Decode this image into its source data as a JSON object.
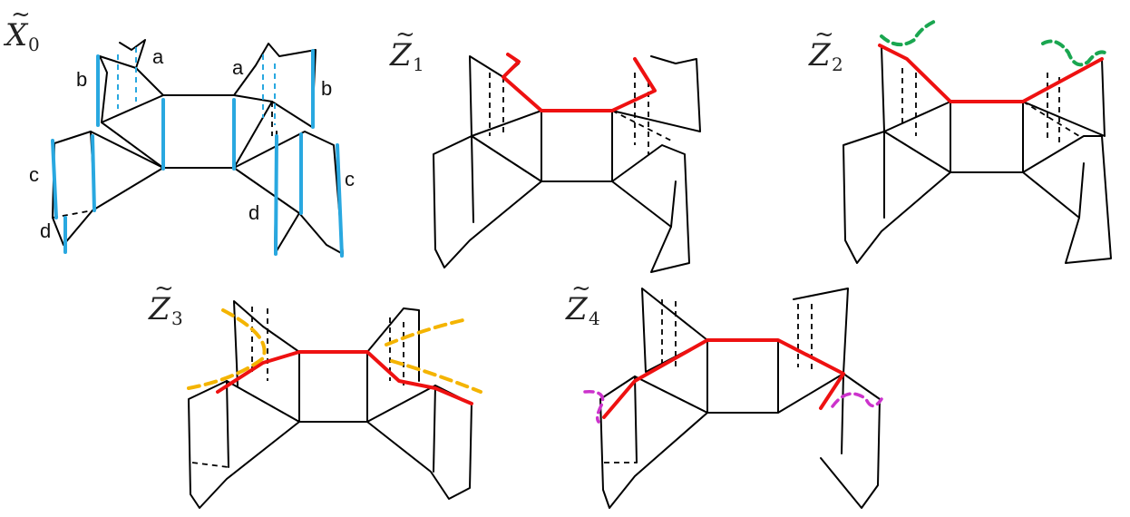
{
  "panels": [
    {
      "id": "X0",
      "title_main": "X",
      "title_sub": "0",
      "edge_labels": [
        "a",
        "b",
        "c",
        "d",
        "a",
        "b",
        "c",
        "d"
      ],
      "highlight": "gluing",
      "extra_curve": null
    },
    {
      "id": "Z1",
      "title_main": "Z",
      "title_sub": "1",
      "edge_labels": [],
      "highlight": "red-path",
      "extra_curve": null
    },
    {
      "id": "Z2",
      "title_main": "Z",
      "title_sub": "2",
      "edge_labels": [],
      "highlight": "red-path",
      "extra_curve": "green-dashed"
    },
    {
      "id": "Z3",
      "title_main": "Z",
      "title_sub": "3",
      "edge_labels": [],
      "highlight": "red-path",
      "extra_curve": "orange-dashed"
    },
    {
      "id": "Z4",
      "title_main": "Z",
      "title_sub": "4",
      "edge_labels": [],
      "highlight": "red-path",
      "extra_curve": "magenta-dashed"
    }
  ],
  "colors": {
    "ink": "#000000",
    "gluing": "#29a8e0",
    "path": "#ee1111",
    "green": "#1aa650",
    "orange": "#f4b400",
    "magenta": "#cc33cc"
  }
}
